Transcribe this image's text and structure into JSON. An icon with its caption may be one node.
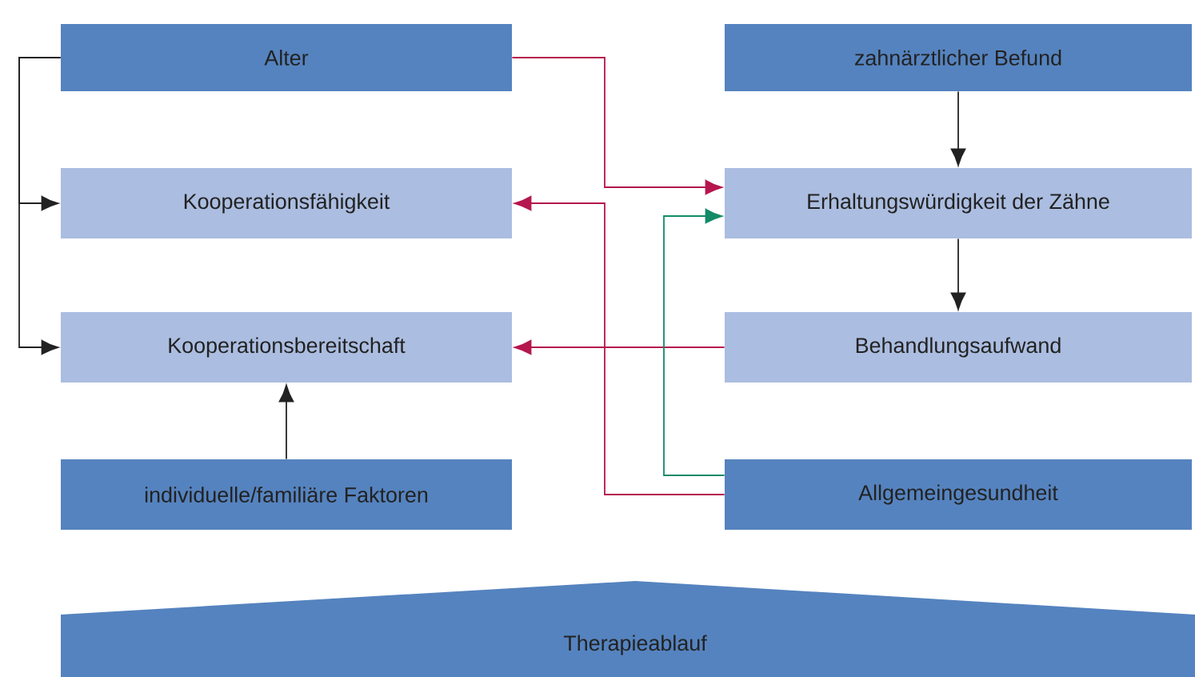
{
  "diagram": {
    "nodes": [
      {
        "text": [
          "Alter"
        ]
      },
      {
        "text": [
          "zahnärztlicher Befund"
        ]
      },
      {
        "text": [
          "Kooperationsfähigkeit"
        ]
      },
      {
        "text": [
          "Erhaltungswürdigkeit der Zähne"
        ]
      },
      {
        "text": [
          "Kooperationsbereitschaft"
        ]
      },
      {
        "text": [
          "Behandlungsaufwand"
        ]
      },
      {
        "text": [
          "individuelle/familiäre Faktoren"
        ]
      },
      {
        "text": [
          "Allgemeingesundheit"
        ]
      },
      {
        "text": [
          "Therapieablauf"
        ]
      }
    ],
    "edges": [
      {
        "from": 0,
        "to": 2,
        "arrow": "to"
      },
      {
        "from": 0,
        "to": 4,
        "arrow": "to"
      },
      {
        "from": 0,
        "to": 3,
        "arrow": "to",
        "color": "#b5164e"
      },
      {
        "from": 1,
        "to": 3,
        "arrow": "to"
      },
      {
        "from": 3,
        "to": 5,
        "arrow": "to"
      },
      {
        "from": 5,
        "to": 4,
        "arrow": "to",
        "color": "#b5164e"
      },
      {
        "from": 7,
        "to": 2,
        "arrow": "to",
        "color": "#b5164e"
      },
      {
        "from": 7,
        "to": 3,
        "arrow": "to",
        "color": "#138a68"
      },
      {
        "from": 6,
        "to": 4,
        "arrow": "to"
      }
    ]
  }
}
